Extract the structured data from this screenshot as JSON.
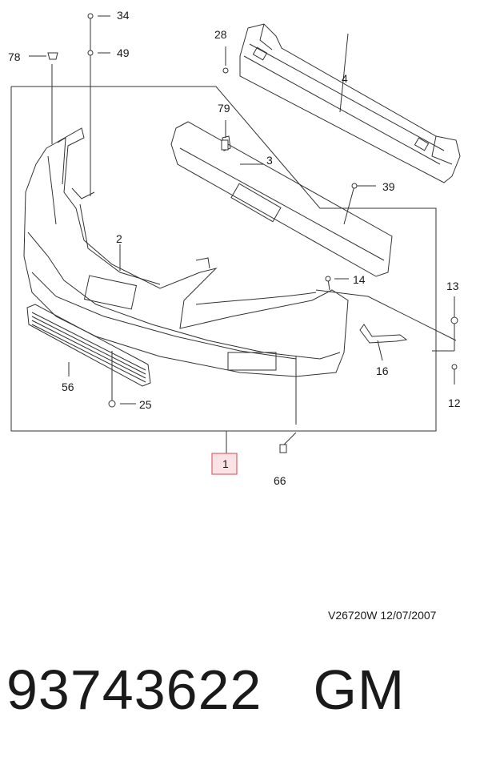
{
  "callouts": {
    "c1": "1",
    "c2": "2",
    "c3": "3",
    "c4": "4",
    "c12": "12",
    "c13": "13",
    "c14": "14",
    "c16": "16",
    "c25": "25",
    "c28": "28",
    "c34": "34",
    "c39": "39",
    "c49": "49",
    "c56": "56",
    "c66": "66",
    "c78": "78",
    "c79": "79"
  },
  "reference": "V26720W  12/07/2007",
  "part_number": "93743622",
  "brand": "GM",
  "colors": {
    "highlight_box": "#e0606a",
    "highlight_fill": "#fbe3e5",
    "line": "#333333"
  }
}
